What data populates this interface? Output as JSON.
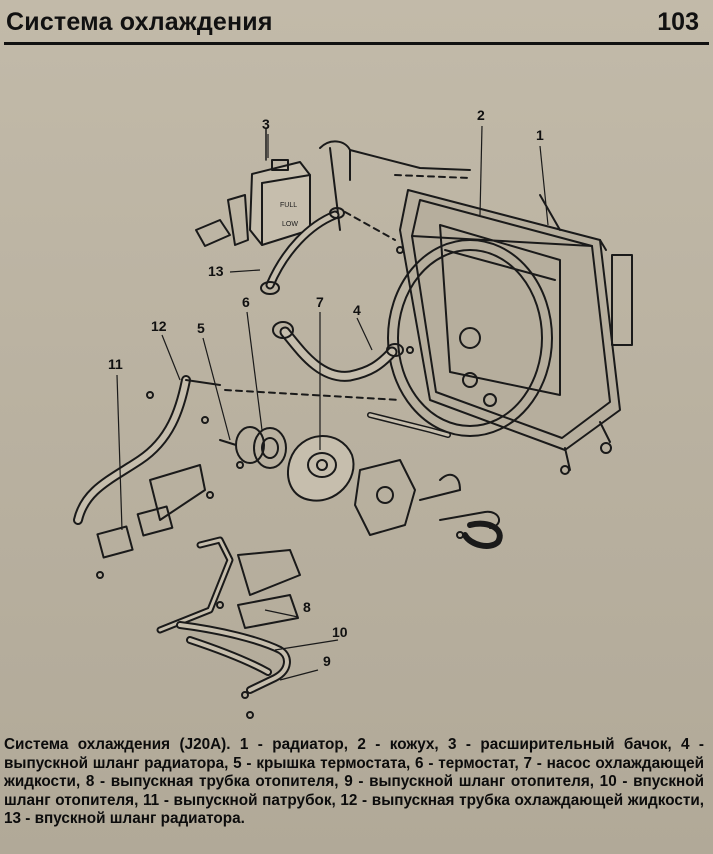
{
  "header": {
    "title": "Система охлаждения",
    "page_number": "103"
  },
  "figure": {
    "callouts": [
      "1",
      "2",
      "3",
      "4",
      "5",
      "6",
      "7",
      "8",
      "9",
      "10",
      "11",
      "12",
      "13"
    ],
    "tank_label_full": "FULL",
    "tank_label_low": "LOW"
  },
  "caption": "Система охлаждения (J20A). 1 - радиатор, 2 - кожух, 3 - расширительный бачок, 4 - выпускной шланг радиатора, 5 - крышка термостата, 6 - термостат, 7 - насос охлаждающей жидкости, 8 - выпускная трубка отопителя, 9 - выпускной шланг отопителя, 10 - впускной шланг отопителя, 11 - выпускной патрубок, 12 - выпускная трубка охлаждающей жидкости, 13 - впускной шланг радиатора."
}
